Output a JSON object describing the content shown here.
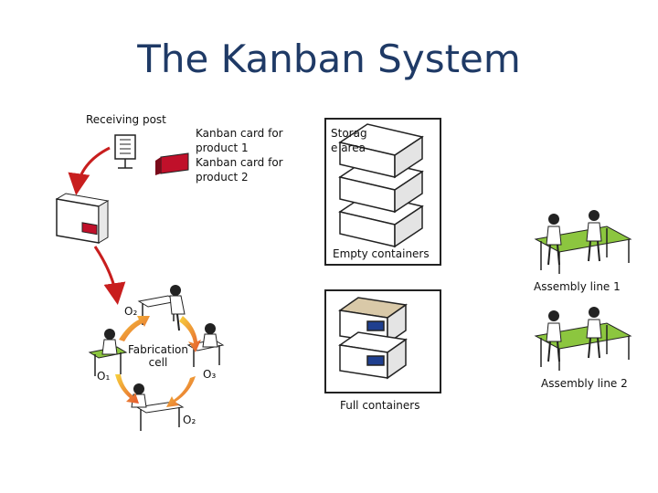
{
  "title": "The Kanban System",
  "labels": {
    "receiving_post": "Receiving post",
    "kanban_card_1_line1": "Kanban card for",
    "kanban_card_1_line2": "product 1",
    "kanban_card_2_line1": "Kanban card for",
    "kanban_card_2_line2": "product 2",
    "storage_line1": "Storag",
    "storage_line2": "e area",
    "empty_containers": "Empty containers",
    "assembly_line_1": "Assembly line 1",
    "assembly_line_2": "Assembly line 2",
    "full_containers": "Full containers",
    "fab_line1": "Fabrication",
    "fab_line2": "cell",
    "o2_top": "O₂",
    "o1": "O₁",
    "o3": "O₃",
    "o2_bottom": "O₂"
  },
  "colors": {
    "title": "#1f3a66",
    "arrow_red": "#c81e1e",
    "kanban_card": "#c0102a",
    "cycle_orange": "#f2a623",
    "bench_green": "#8cc63f",
    "full_box_blue": "#1f3f8f"
  }
}
